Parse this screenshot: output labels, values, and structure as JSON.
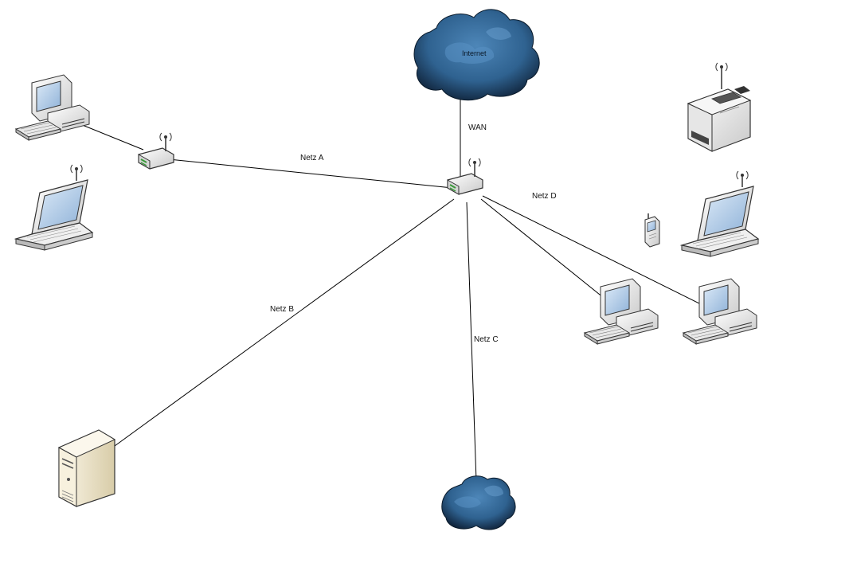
{
  "labels": {
    "internet": "Internet",
    "wan": "WAN",
    "netz_a": "Netz A",
    "netz_b": "Netz B",
    "netz_c": "Netz C",
    "netz_d": "Netz D"
  },
  "colors": {
    "cloud_dark": "#1c3a5a",
    "cloud_light": "#3f78a8",
    "device_body": "#f2f2f2",
    "device_shade": "#b8b8b8",
    "screen": "#a9c8e8",
    "server_body": "#efe7d2",
    "line": "#000000"
  }
}
